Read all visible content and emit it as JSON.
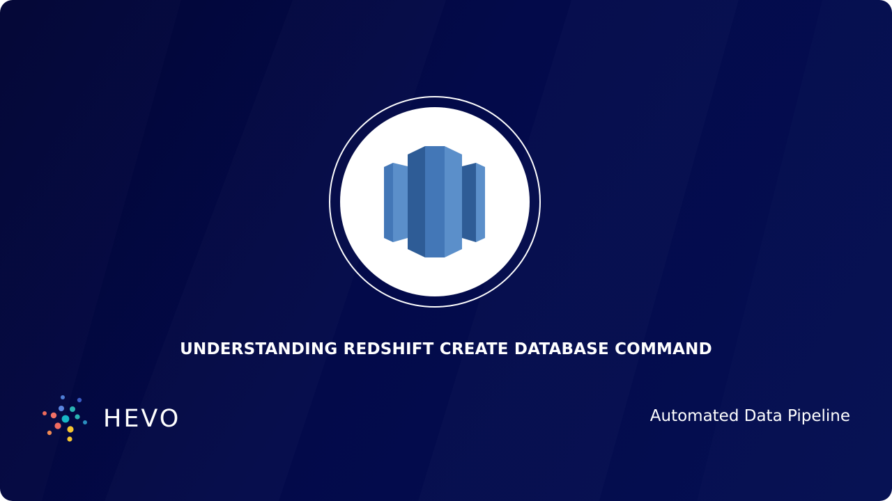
{
  "banner": {
    "title": "UNDERSTANDING REDSHIFT CREATE DATABASE COMMAND",
    "tagline": "Automated Data Pipeline",
    "icon": "amazon-redshift-icon"
  },
  "brand": {
    "name": "HEVO",
    "logo_icon": "hevo-dots-logo"
  },
  "colors": {
    "background": "#030a4a",
    "text": "#ffffff",
    "redshift_light": "#5b8fca",
    "redshift_mid": "#4377b7",
    "redshift_dark": "#2e5c96"
  }
}
